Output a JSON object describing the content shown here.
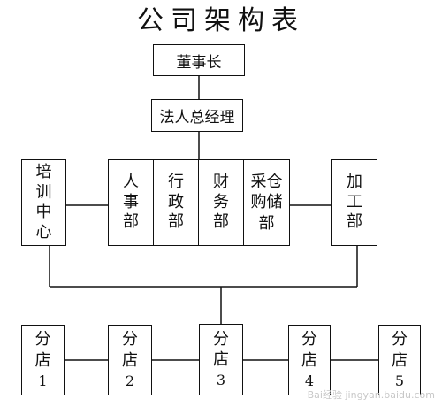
{
  "title": "公司架构表",
  "nodes": {
    "chairman": "董事长",
    "gm": "法人总经理",
    "training": "培训中心",
    "hr": "人事部",
    "admin": "行政部",
    "finance": "财务部",
    "purchase": "采仓购储部",
    "processing": "加工部"
  },
  "stores": [
    {
      "name": "分店",
      "num": "1"
    },
    {
      "name": "分店",
      "num": "2"
    },
    {
      "name": "分店",
      "num": "3"
    },
    {
      "name": "分店",
      "num": "4"
    },
    {
      "name": "分店",
      "num": "5"
    }
  ],
  "watermark": "Bai经验 jingyan.baidu.com",
  "colors": {
    "line": "#111111",
    "background": "#ffffff"
  }
}
